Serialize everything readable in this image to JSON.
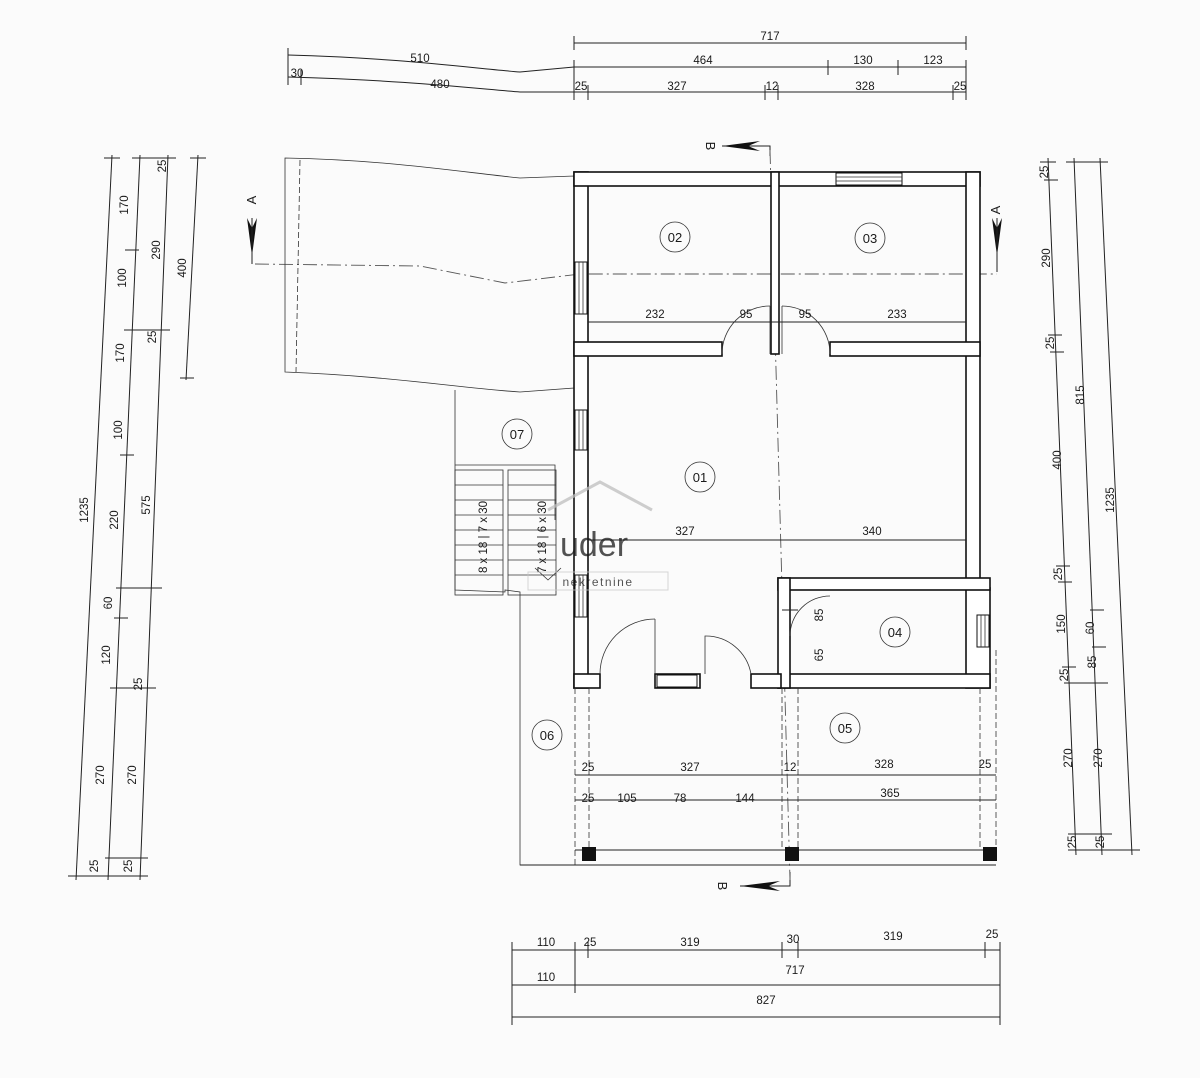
{
  "rooms": [
    "01",
    "02",
    "03",
    "04",
    "05",
    "06",
    "07"
  ],
  "section_marks": {
    "a": "A",
    "b": "B"
  },
  "stairs": {
    "left_label": "8 x 18 | 7 x 30",
    "right_label": "7 x 18 | 6 x 30"
  },
  "watermark": {
    "brand": "uder",
    "subtitle": "nekretnine"
  },
  "top_dimensions": {
    "row1": [
      "717"
    ],
    "row2": [
      "510",
      "464",
      "130",
      "123"
    ],
    "row3": [
      "30",
      "480",
      "25",
      "327",
      "12",
      "328",
      "25"
    ]
  },
  "interior_dimensions": {
    "rooms_02_03": [
      "232",
      "95",
      "95",
      "233"
    ],
    "room_01": [
      "327",
      "340"
    ],
    "room_04": [
      "85",
      "65"
    ]
  },
  "bottom_dimensions": {
    "terrace_row1": [
      "25",
      "327",
      "12",
      "328",
      "25"
    ],
    "terrace_row2": [
      "25",
      "105",
      "78",
      "144",
      "365"
    ],
    "row1": [
      "110",
      "25",
      "319",
      "30",
      "319",
      "25"
    ],
    "row2": [
      "110",
      "717"
    ],
    "row3": [
      "827"
    ]
  },
  "left_dimensions": {
    "col1": [
      "1235",
      "25"
    ],
    "col2": [
      "170",
      "100",
      "170",
      "100",
      "220",
      "60",
      "120",
      "270",
      "25"
    ],
    "col3": [
      "25",
      "290",
      "25",
      "575",
      "25",
      "270",
      "25"
    ],
    "col4": [
      "400"
    ]
  },
  "right_dimensions": {
    "col1": [
      "25",
      "290",
      "25",
      "400",
      "25",
      "150",
      "25",
      "270",
      "25"
    ],
    "col2": [
      "815",
      "60",
      "85",
      "270",
      "25"
    ],
    "col3": [
      "1235"
    ]
  }
}
